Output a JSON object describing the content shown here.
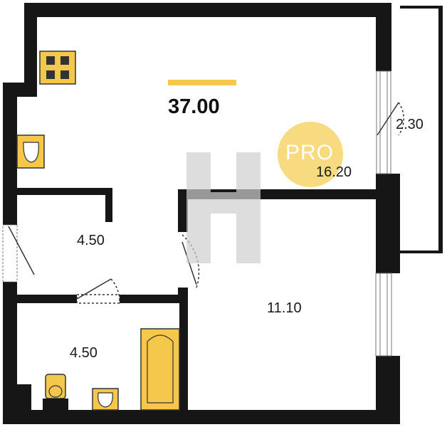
{
  "colors": {
    "wall": "#161616",
    "fixture": "#f5c84c",
    "badge": "#f7d46a",
    "watermark": "#cfcfcf"
  },
  "plan": {
    "total_area": "37.00",
    "badge_text": "PRO",
    "rooms": {
      "living_room": "16.20",
      "balcony": "2.30",
      "hallway": "4.50",
      "bathroom": "4.50",
      "bedroom": "11.10"
    }
  },
  "icons": [
    "window-icon",
    "kitchen-sink-icon",
    "stove-icon",
    "bathtub-icon",
    "toilet-icon",
    "wash-basin-icon",
    "door-icon",
    "watermark-logo"
  ]
}
